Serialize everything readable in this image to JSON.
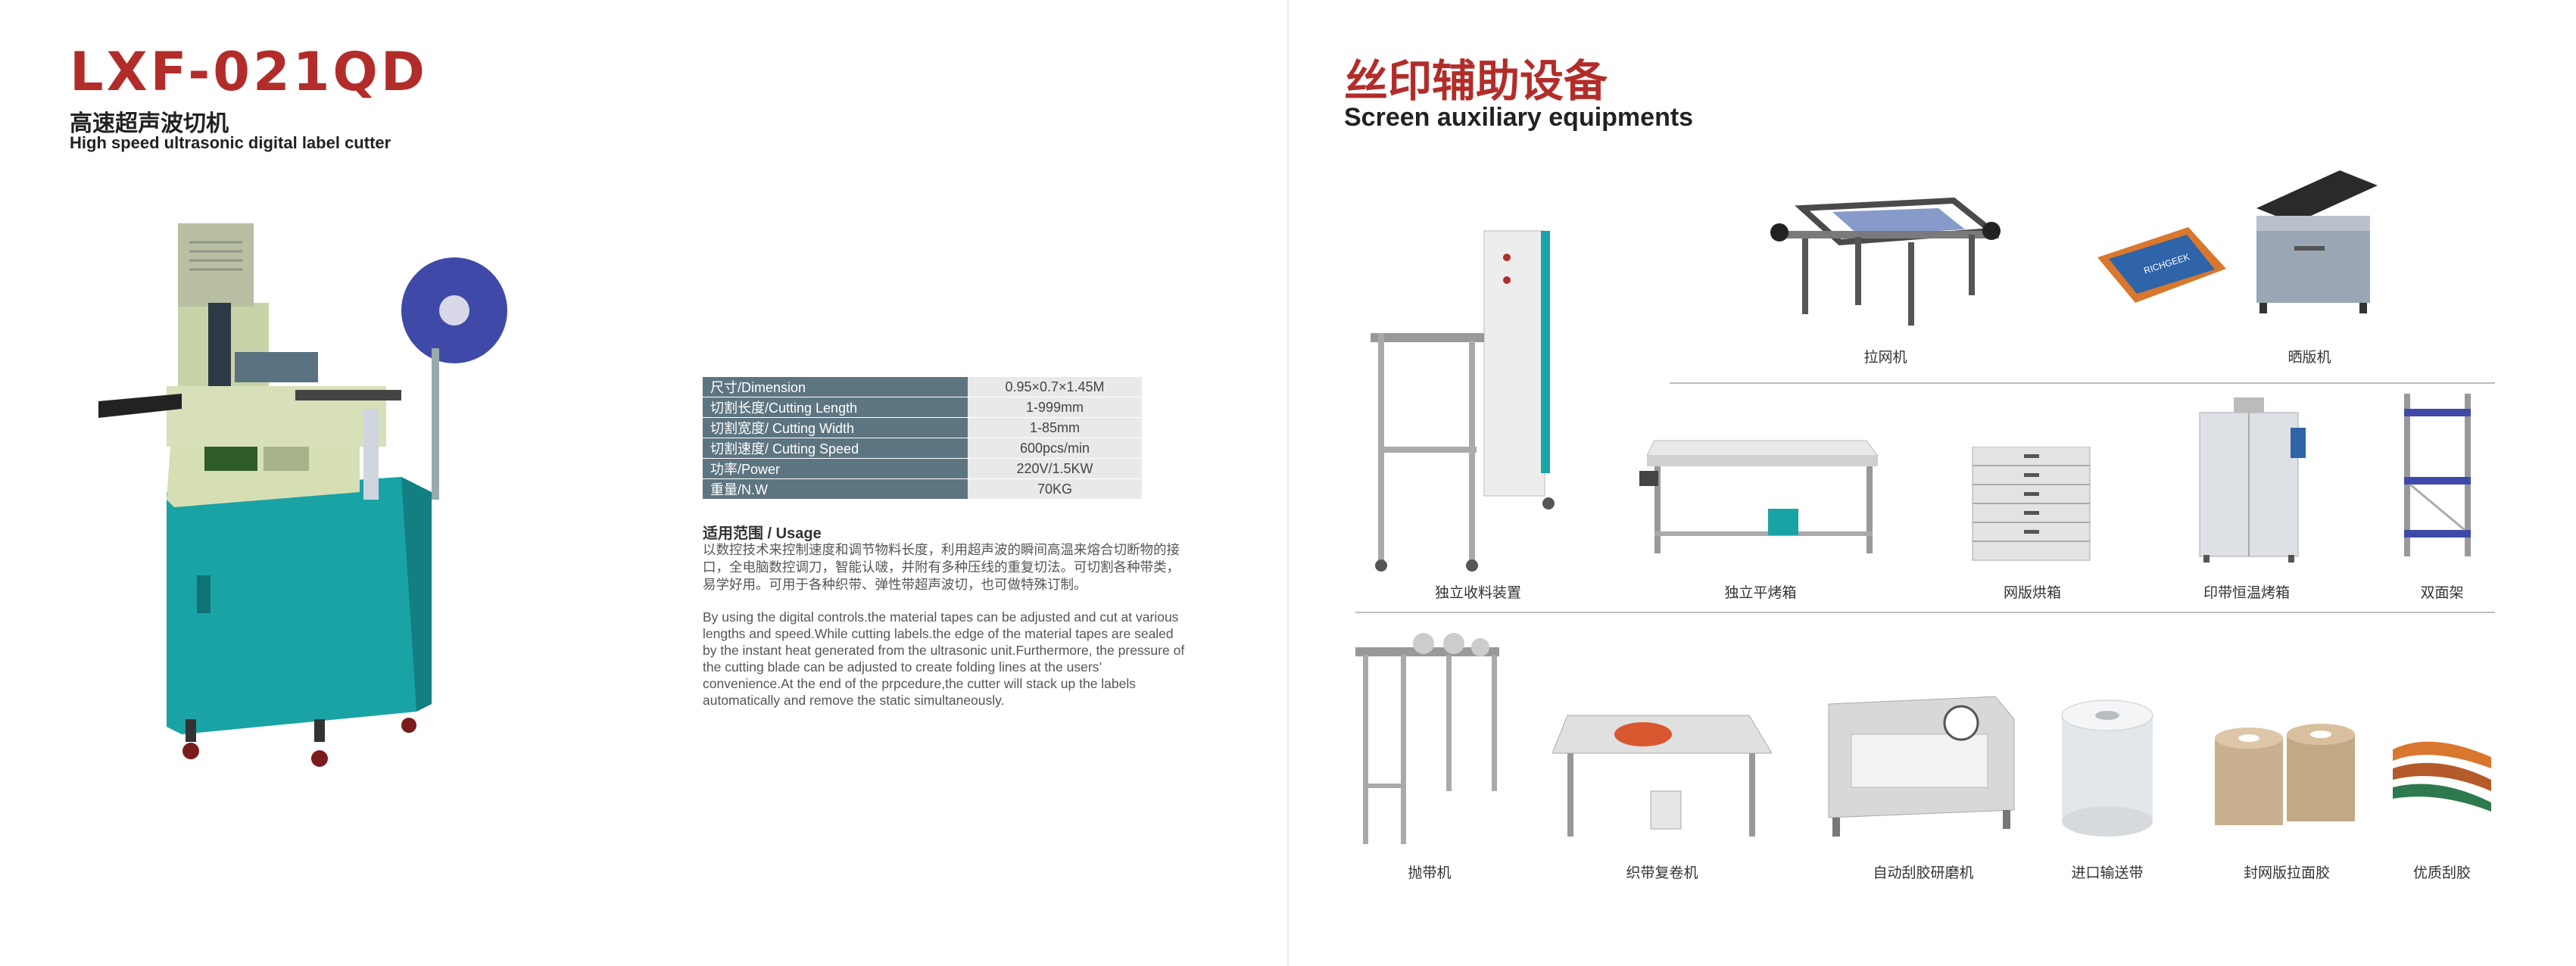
{
  "left": {
    "model": "LXF-021QD",
    "cn_subtitle": "高速超声波切机",
    "en_subtitle": "High speed ultrasonic digital label cutter",
    "specs": [
      {
        "label": "尺寸/Dimension",
        "value": "0.95×0.7×1.45M"
      },
      {
        "label": "切割长度/Cutting Length",
        "value": "1-999mm"
      },
      {
        "label": "切割宽度/ Cutting Width",
        "value": "1-85mm"
      },
      {
        "label": "切割速度/ Cutting Speed",
        "value": "600pcs/min"
      },
      {
        "label": "功率/Power",
        "value": "220V/1.5KW"
      },
      {
        "label": "重量/N.W",
        "value": "70KG"
      }
    ],
    "usage_heading": "适用范围 / Usage",
    "usage_cn": "以数控技术来控制速度和调节物料长度，利用超声波的瞬间高温来熔合切断物的接口，全电脑数控调刀，智能认啵，并附有多种压线的重复切法。可切割各种带类，易学好用。可用于各种织带、弹性带超声波切，也可做特殊订制。",
    "usage_en": "By using the digital controls.the material tapes can be adjusted and cut at various lengths and speed.While cutting labels.the edge of the material tapes are sealed by the instant heat generated from the ultrasonic unit.Furthermore, the pressure of the cutting blade can be adjusted to create folding lines at the users’ convenience.At the end of the prpcedure,the cutter will stack up the labels automatically and remove the static simultaneously."
  },
  "right": {
    "title_cn": "丝印辅助设备",
    "title_en": "Screen auxiliary equipments",
    "products": [
      "拉网机",
      "晒版机",
      "独立收料装置",
      "独立平烤箱",
      "网版烘箱",
      "印带恒温烤箱",
      "双面架",
      "抛带机",
      "织带复卷机",
      "自动刮胶研磨机",
      "进口输送带",
      "封网版拉面胶",
      "优质刮胶"
    ],
    "logo_text": "RICHGEEK"
  },
  "colors": {
    "brand_red": "#b22d2a",
    "machine_teal": "#1aa3a5",
    "spec_header": "#5d7581",
    "spec_cell": "#e9e9e9"
  }
}
